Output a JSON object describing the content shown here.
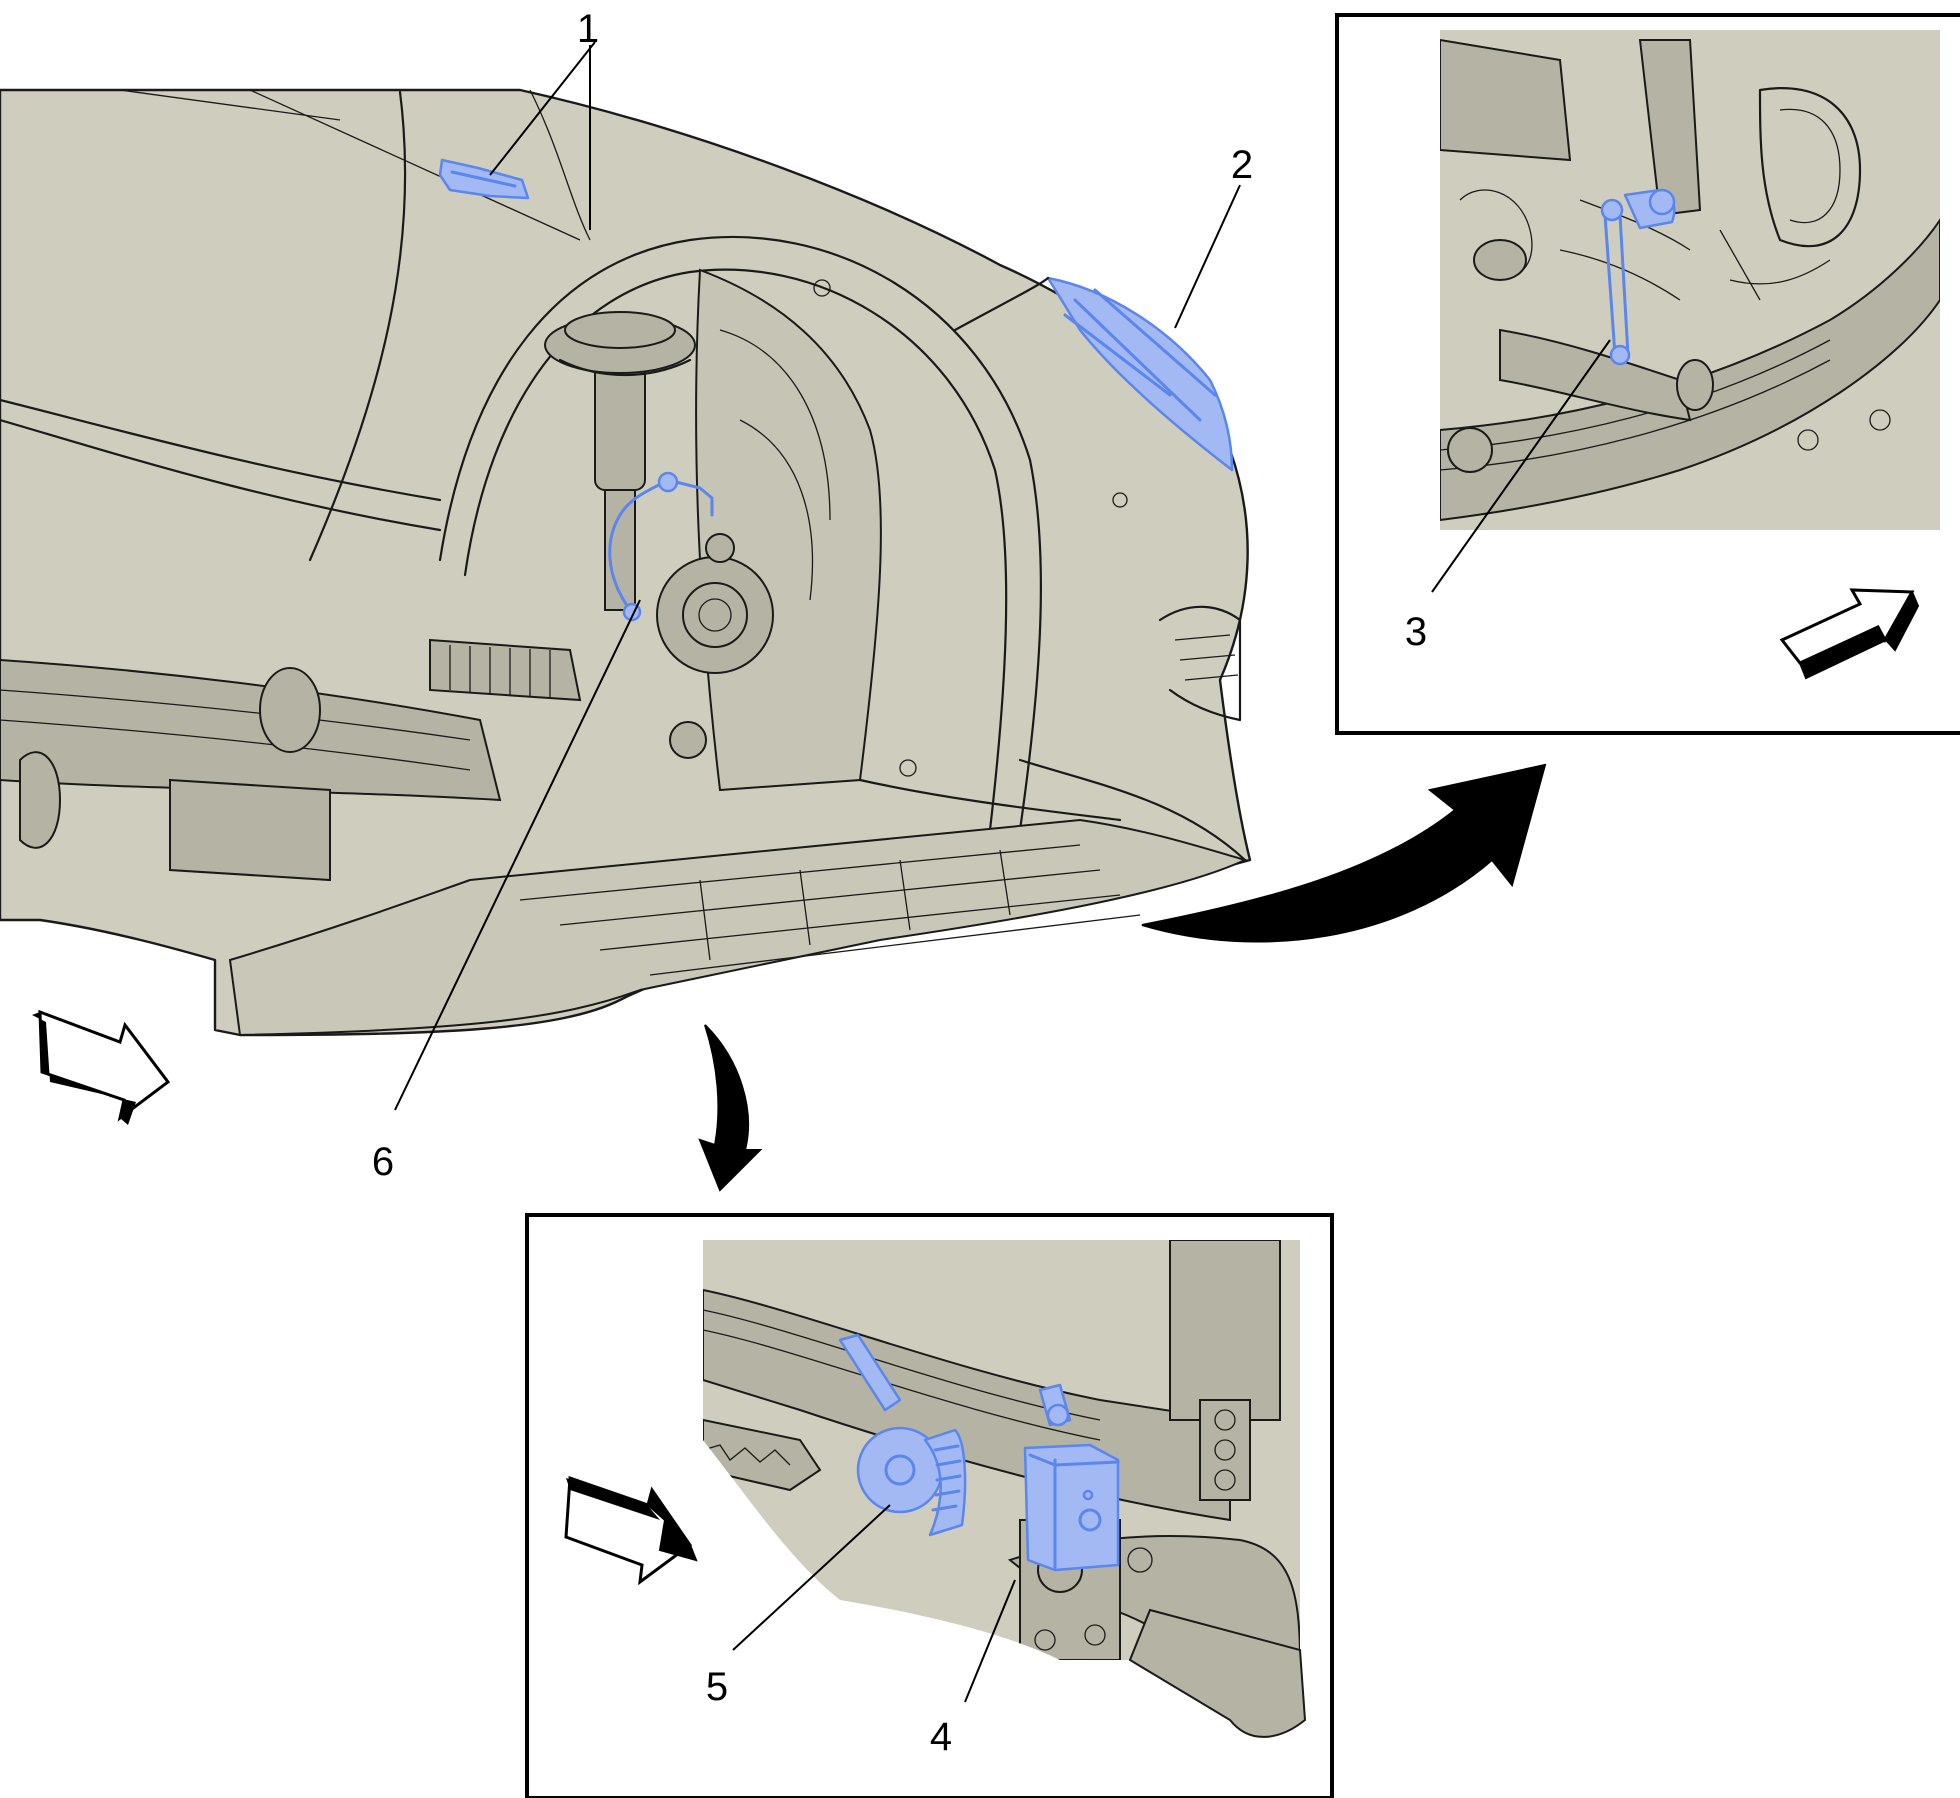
{
  "callouts": [
    {
      "id": "1",
      "label": "1"
    },
    {
      "id": "2",
      "label": "2"
    },
    {
      "id": "3",
      "label": "3"
    },
    {
      "id": "4",
      "label": "4"
    },
    {
      "id": "5",
      "label": "5"
    },
    {
      "id": "6",
      "label": "6"
    }
  ],
  "colors": {
    "body_fill": "#cfcdbd",
    "outline": "#1a1a1a",
    "highlight": "#5a86ee",
    "frame": "#000000"
  },
  "icons": [
    "direction-arrow-icon",
    "view-transition-arrow-icon"
  ]
}
